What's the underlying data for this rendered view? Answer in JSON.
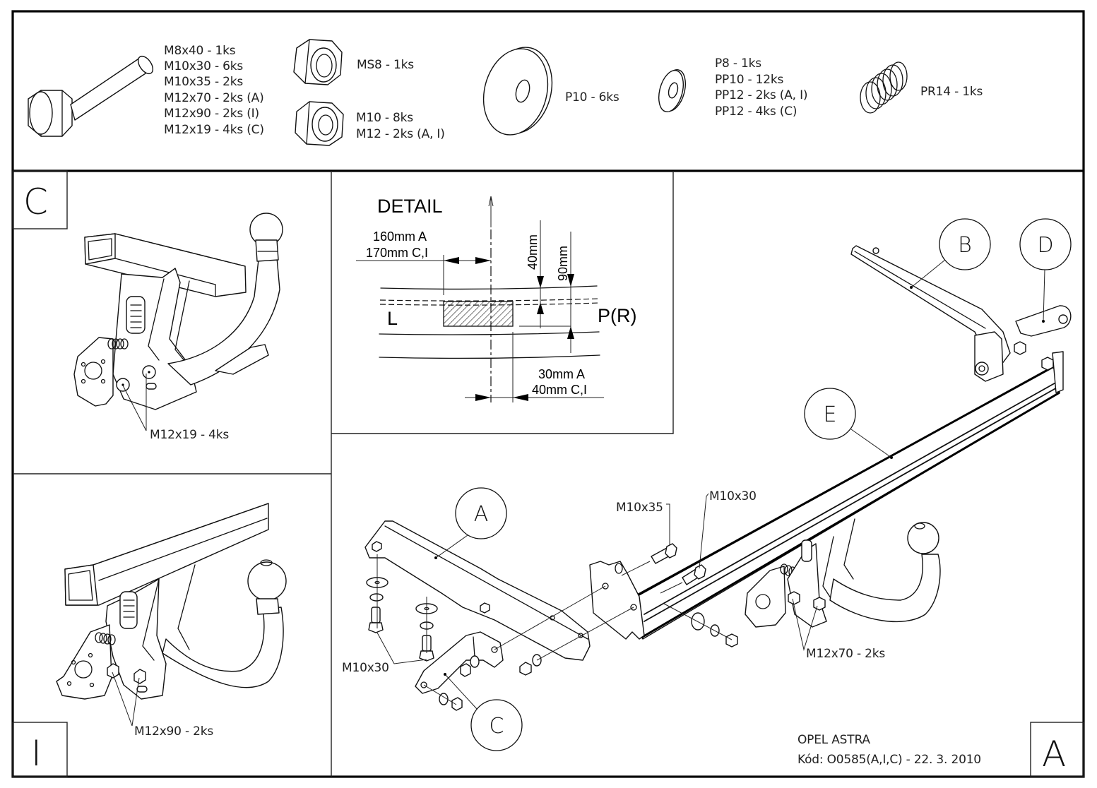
{
  "parts_list": {
    "bolts": [
      "M8x40 - 1ks",
      "M10x30 - 6ks",
      "M10x35 - 2ks",
      "M12x70 - 2ks (A)",
      "M12x90 - 2ks (I)",
      "M12x19 - 4ks (C)"
    ],
    "self_locking_nut": [
      "MS8 - 1ks"
    ],
    "nuts": [
      "M10 - 8ks",
      "M12 - 2ks (A, I)"
    ],
    "large_washer": [
      "P10 - 6ks"
    ],
    "washers": [
      "P8 - 1ks",
      "PP10 - 12ks",
      "PP12 - 2ks (A, I)",
      "PP12 - 4ks (C)"
    ],
    "spring": [
      "PR14 - 1ks"
    ]
  },
  "panel_c": {
    "corner_letter": "C",
    "callout": "M12x19 - 4ks"
  },
  "panel_i": {
    "corner_letter": "I",
    "callout": "M12x90 - 2ks"
  },
  "detail": {
    "title": "DETAIL",
    "dim_top_1": "160mm A",
    "dim_top_2": "170mm C,I",
    "dim_vert_1": "40mm",
    "dim_vert_2": "90mm",
    "left_label": "L",
    "right_label": "P(R)",
    "dim_bottom_1": "30mm A",
    "dim_bottom_2": "40mm C,I"
  },
  "main_assembly": {
    "balloons": [
      "A",
      "B",
      "C",
      "D",
      "E"
    ],
    "callouts": {
      "m10x35": "M10x35",
      "m10x30_top": "M10x30",
      "m10x30_left": "M10x30",
      "m12x70": "M12x70 - 2ks"
    },
    "corner_letter": "A"
  },
  "title_block": {
    "vehicle": "OPEL ASTRA",
    "code": "Kód: O0585(A,I,C) - 22. 3. 2010"
  }
}
